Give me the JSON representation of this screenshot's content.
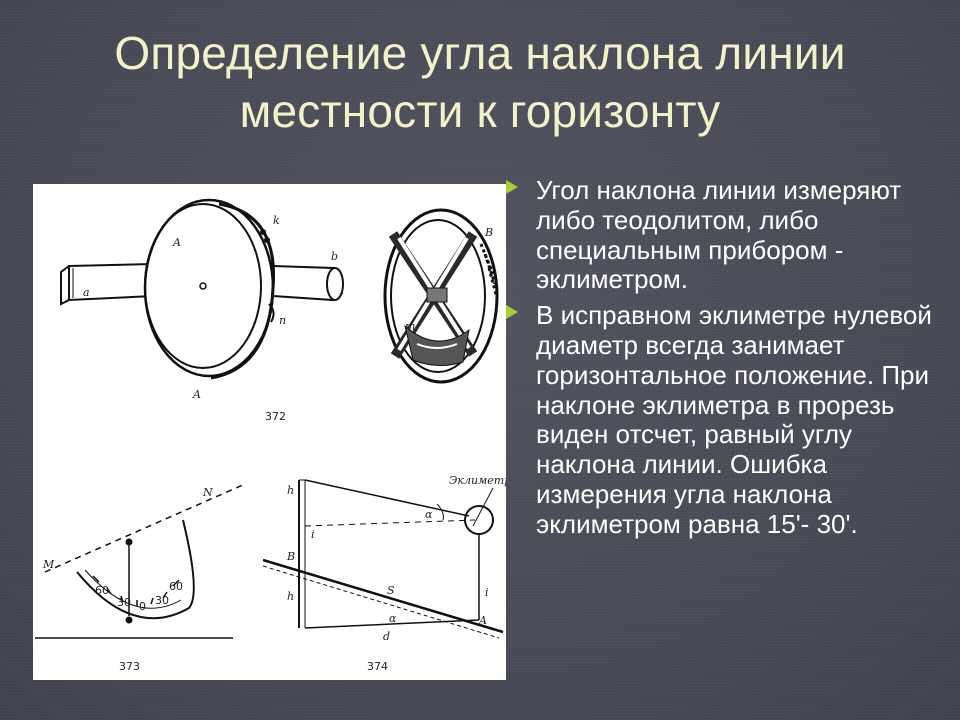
{
  "slide": {
    "title_line1": "Определение угла наклона линии",
    "title_line2": "местности к горизонту"
  },
  "bullets": [
    "Угол наклона линии измеряют либо теодолитом, либо специальным прибором - эклиметром.",
    "В исправном эклиметре нулевой диаметр всегда занимает горизонтальное положение. При наклоне эклиметра в прорезь виден отсчет, равный углу наклона линии. Ошибка измерения угла наклона эклиметром равна 15'- 30'."
  ],
  "figure": {
    "fig372": {
      "caption": "372",
      "label_A_top": "A",
      "label_A_bottom": "A",
      "label_k": "k",
      "label_b": "b",
      "label_l": "l",
      "label_n": "n",
      "label_a": "a",
      "label_B": "B",
      "label_m": "m"
    },
    "fig373": {
      "caption": "373",
      "label_M": "M",
      "label_N": "N",
      "scale_marks": [
        "60",
        "30",
        "0",
        "30",
        "60"
      ]
    },
    "fig374": {
      "caption": "374",
      "label_instrument": "Эклиметр",
      "label_alpha_top": "α",
      "label_alpha_bottom": "α",
      "label_S": "S",
      "label_d": "d",
      "label_A": "A",
      "label_B": "B",
      "label_h1": "h",
      "label_h2": "h",
      "label_i1": "i",
      "label_i2": "i"
    }
  },
  "colors": {
    "background": "#4a4c57",
    "title": "#f3f1c9",
    "bullet_text": "#ffffff",
    "bullet_marker": "#a7cb3a",
    "panel": "#ffffff"
  }
}
